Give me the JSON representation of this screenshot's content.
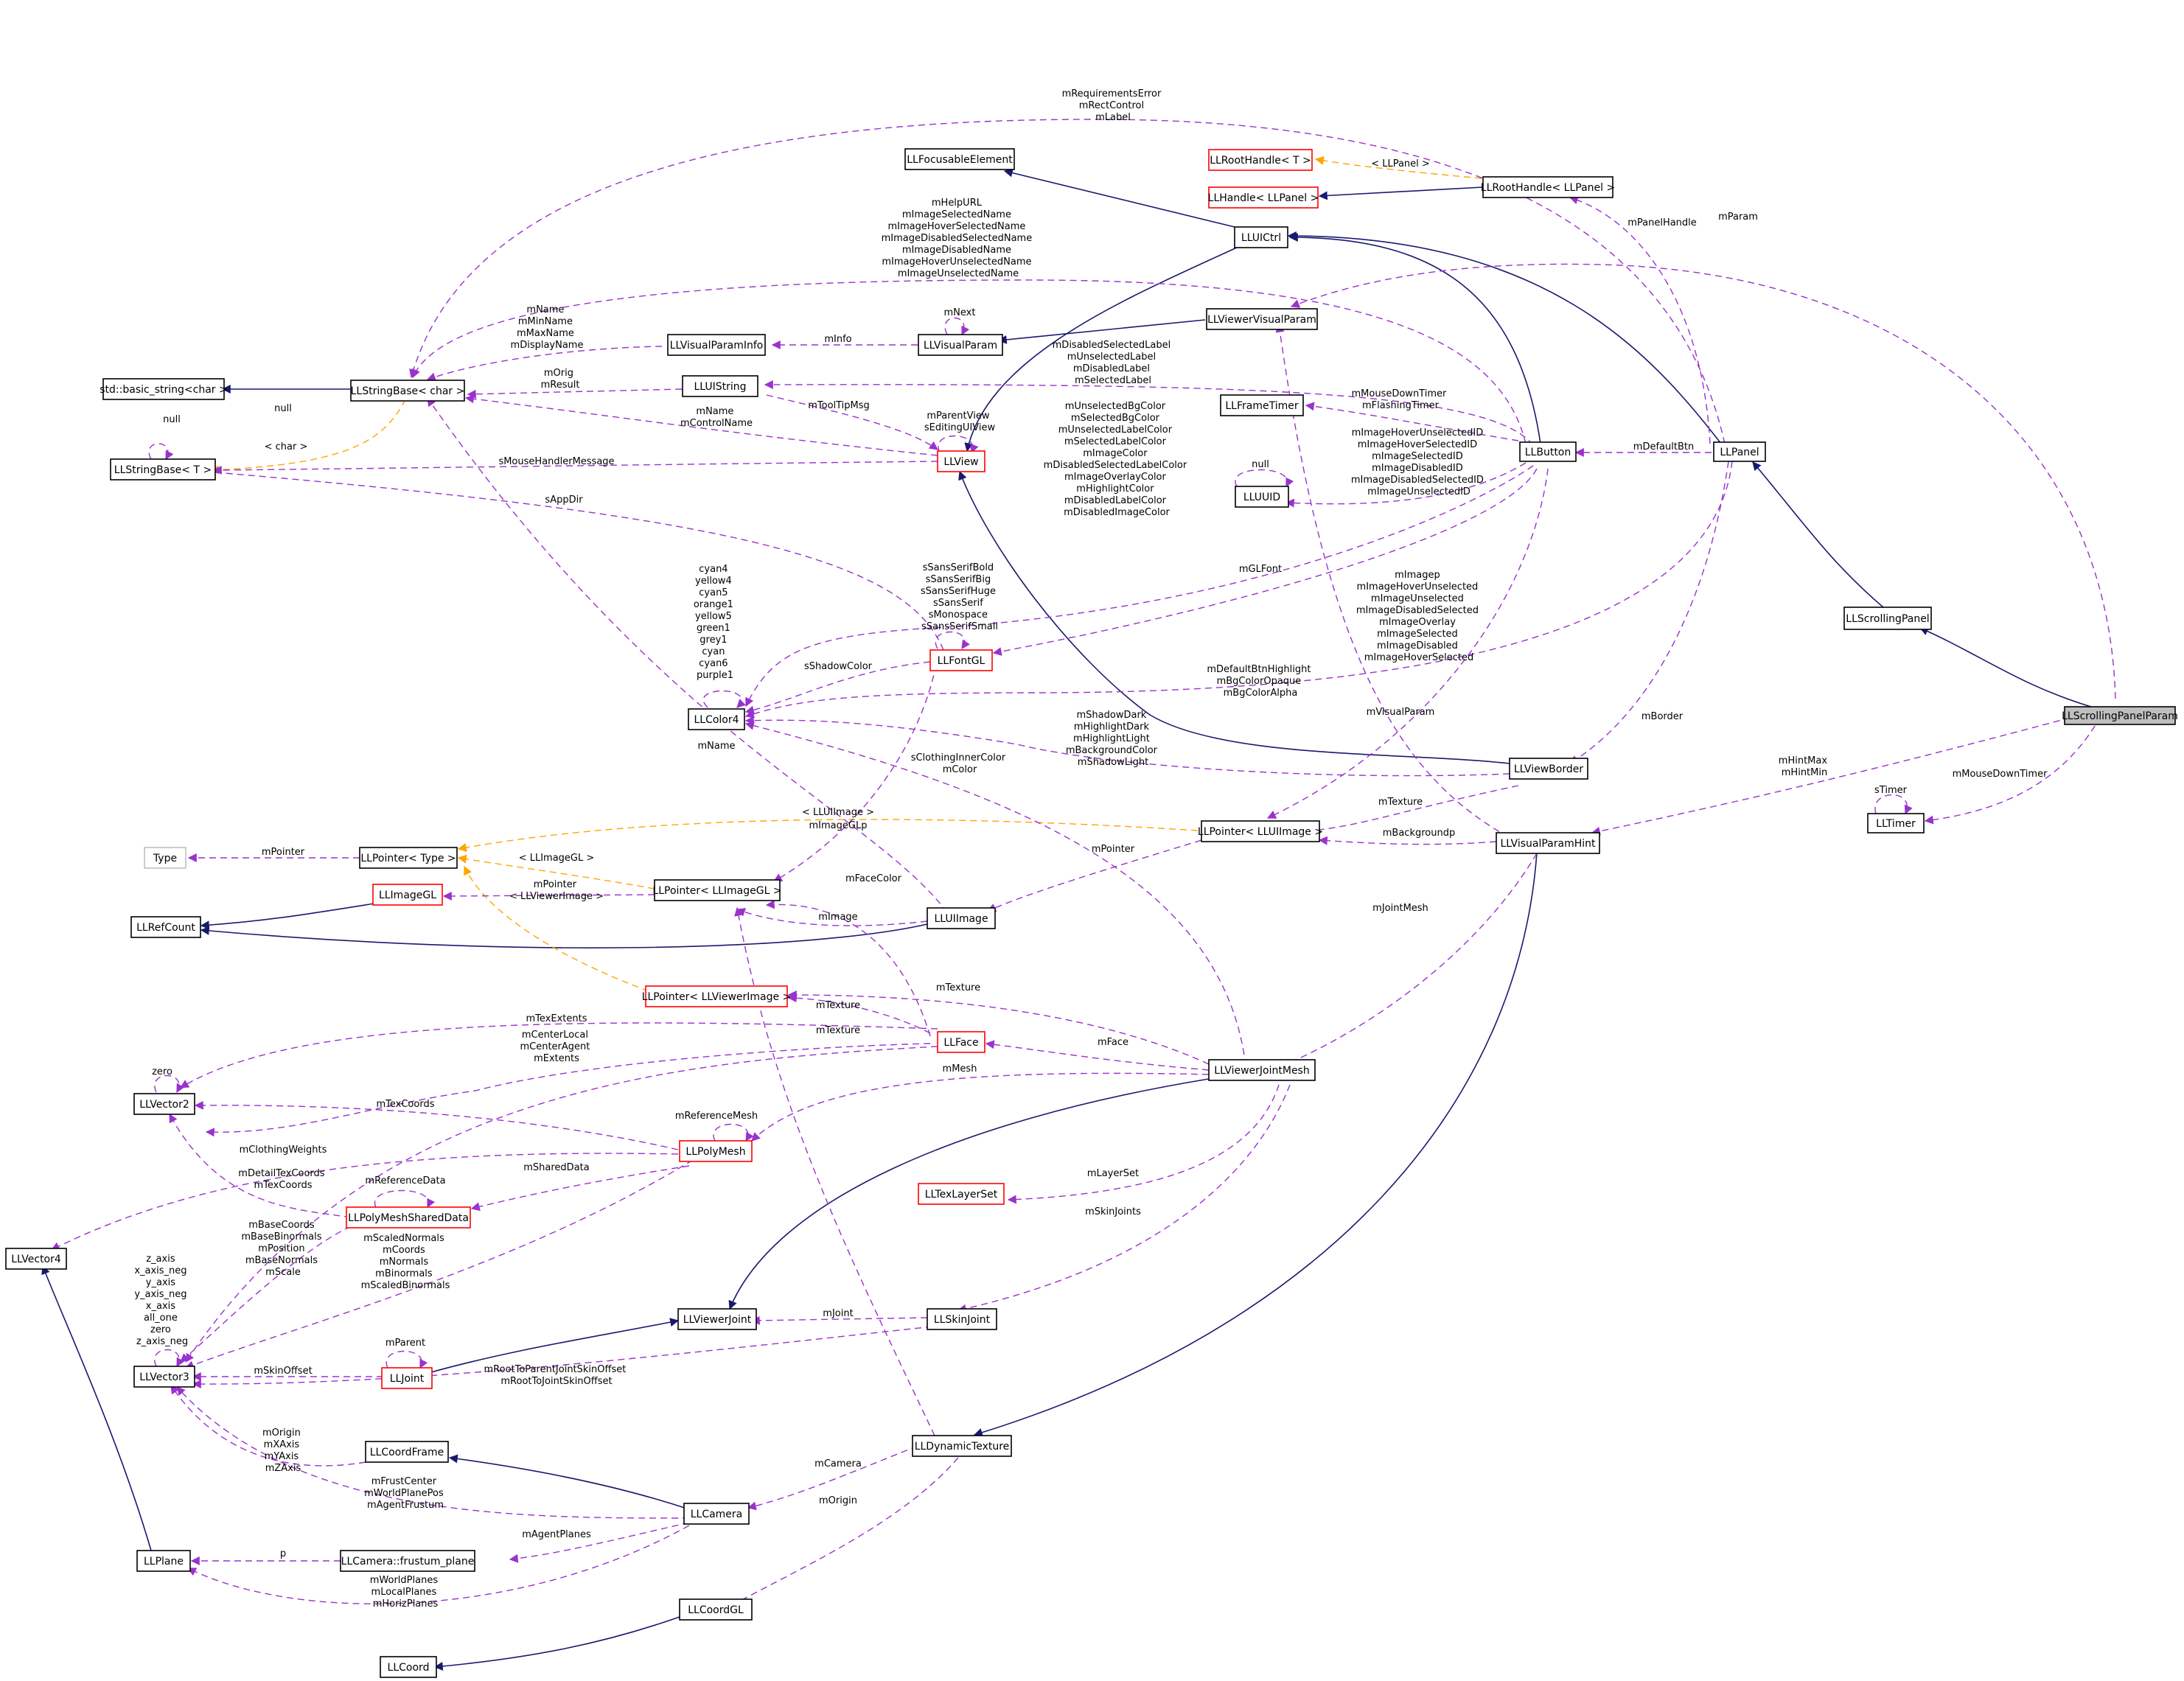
{
  "title": "",
  "colors": {
    "inheritance": "#191970",
    "usage": "#9a32cd",
    "template": "#ffa500",
    "incomplete_border": "#ff0000",
    "focus_fill": "#bfbfbf"
  },
  "nodes": {
    "LLScrollingPanelParam": "LLScrollingPanelParam",
    "LLScrollingPanel": "LLScrollingPanel",
    "LLPanel": "LLPanel",
    "LLUICtrl": "LLUICtrl",
    "LLFocusableElement": "LLFocusableElement",
    "LLView": "LLView",
    "LLButton": "LLButton",
    "LLRootHandleT": "LLRootHandle< T >",
    "LLHandleLLPanel": "LLHandle< LLPanel >",
    "LLRootHandleLLPanel": "LLRootHandle< LLPanel >",
    "LLViewerVisualParam": "LLViewerVisualParam",
    "LLVisualParam": "LLVisualParam",
    "LLVisualParamInfo": "LLVisualParamInfo",
    "LLUIString": "LLUIString",
    "LLStringBaseChar": "LLStringBase< char >",
    "StdBasicString": "std::basic_string<char >",
    "LLStringBaseT": "LLStringBase< T >",
    "LLFrameTimer": "LLFrameTimer",
    "LLUUID": "LLUUID",
    "LLFontGL": "LLFontGL",
    "LLColor4": "LLColor4",
    "LLViewBorder": "LLViewBorder",
    "LLPointerLLUIImage": "LLPointer< LLUIImage >",
    "LLVisualParamHint": "LLVisualParamHint",
    "LLTimer": "LLTimer",
    "Type": "Type",
    "LLPointerType": "LLPointer< Type >",
    "LLImageGL": "LLImageGL",
    "LLPointerLLImageGL": "LLPointer< LLImageGL >",
    "LLRefCount": "LLRefCount",
    "LLUIImage": "LLUIImage",
    "LLPointerLLViewerImage": "LLPointer< LLViewerImage >",
    "LLFace": "LLFace",
    "LLViewerJointMesh": "LLViewerJointMesh",
    "LLVector2": "LLVector2",
    "LLPolyMesh": "LLPolyMesh",
    "LLTexLayerSet": "LLTexLayerSet",
    "LLPolyMeshSharedData": "LLPolyMeshSharedData",
    "LLVector4": "LLVector4",
    "LLViewerJoint": "LLViewerJoint",
    "LLSkinJoint": "LLSkinJoint",
    "LLVector3": "LLVector3",
    "LLJoint": "LLJoint",
    "LLDynamicTexture": "LLDynamicTexture",
    "LLCoordFrame": "LLCoordFrame",
    "LLCamera": "LLCamera",
    "LLPlane": "LLPlane",
    "LLCameraFrustumPlane": "LLCamera::frustum_plane",
    "LLCoordGL": "LLCoordGL",
    "LLCoord": "LLCoord"
  },
  "labels": {
    "req_error": [
      "mRequirementsError",
      "mRectControl",
      "mLabel"
    ],
    "llpanel_tpl": "< LLPanel >",
    "mParam": "mParam",
    "mPanelHandle": "mPanelHandle",
    "image_names": [
      "mHelpURL",
      "mImageSelectedName",
      "mImageHoverSelectedName",
      "mImageDisabledSelectedName",
      "mImageDisabledName",
      "mImageHoverUnselectedName",
      "mImageUnselectedName"
    ],
    "mNext": "mNext",
    "name_group": [
      "mName",
      "mMinName",
      "mMaxName",
      "mDisplayName"
    ],
    "mInfo": "mInfo",
    "label_group": [
      "mDisabledSelectedLabel",
      "mUnselectedLabel",
      "mDisabledLabel",
      "mSelectedLabel"
    ],
    "orig_result": [
      "mOrig",
      "mResult"
    ],
    "null1": "null",
    "mToolTipMsg": "mToolTipMsg",
    "parent_view": [
      "mParentView",
      "sEditingUIView"
    ],
    "mouse_down": [
      "mMouseDownTimer",
      "mFlashingTimer"
    ],
    "name_ctrl": [
      "mName",
      "mControlName"
    ],
    "mDefaultBtn": "mDefaultBtn",
    "char_tpl": "< char >",
    "sMouseHandlerMessage": "sMouseHandlerMessage",
    "color_group": [
      "mUnselectedBgColor",
      "mSelectedBgColor",
      "mUnselectedLabelColor",
      "mSelectedLabelColor",
      "mImageColor",
      "mDisabledSelectedLabelColor",
      "mImageOverlayColor",
      "mHighlightColor",
      "mDisabledLabelColor",
      "mDisabledImageColor"
    ],
    "image_id_group": [
      "mImageHoverUnselectedID",
      "mImageHoverSelectedID",
      "mImageSelectedID",
      "mImageDisabledID",
      "mImageDisabledSelectedID",
      "mImageUnselectedID"
    ],
    "null2": "null",
    "sAppDir": "sAppDir",
    "colors_named": [
      "cyan4",
      "yellow4",
      "cyan5",
      "orange1",
      "yellow5",
      "green1",
      "grey1",
      "cyan",
      "cyan6",
      "purple1"
    ],
    "fonts": [
      "sSansSerifBold",
      "sSansSerifBig",
      "sSansSerifHuge",
      "sSansSerif",
      "sMonospace",
      "sSansSerifSmall"
    ],
    "mGLFont": "mGLFont",
    "image_group": [
      "mImagep",
      "mImageHoverUnselected",
      "mImageUnselected",
      "mImageDisabledSelected",
      "mImageOverlay",
      "mImageSelected",
      "mImageDisabled",
      "mImageHoverSelected"
    ],
    "sShadowColor": "sShadowColor",
    "btn_highlight": [
      "mDefaultBtnHighlight",
      "mBgColorOpaque",
      "mBgColorAlpha"
    ],
    "shadow_group": [
      "mShadowDark",
      "mHighlightDark",
      "mHighlightLight",
      "mBackgroundColor",
      "mShadowLight"
    ],
    "mVisualParam": "mVisualParam",
    "mBorder": "mBorder",
    "mHint": [
      "mHintMax",
      "mHintMin"
    ],
    "mMouseDownTimer": "mMouseDownTimer",
    "sTimer": "sTimer",
    "mName_color": "mName",
    "clothing": [
      "sClothingInnerColor",
      "mColor"
    ],
    "uiimage_tpl": "< LLUIImage >",
    "mImageGLp": "mImageGLp",
    "mTexture1": "mTexture",
    "mBackgroundp": "mBackgroundp",
    "mPointer1": "mPointer",
    "imagegl_tpl": "< LLImageGL >",
    "mPointer2": [
      "mPointer",
      "< LLViewerImage >"
    ],
    "mPointer3": "mPointer",
    "mFaceColor": "mFaceColor",
    "mImage": "mImage",
    "mJointMesh": "mJointMesh",
    "mTexture2": "mTexture",
    "mTexture3": "mTexture",
    "mTexExtents": "mTexExtents",
    "mTexture4": "mTexture",
    "center_group": [
      "mCenterLocal",
      "mCenterAgent",
      "mExtents"
    ],
    "mFace": "mFace",
    "zero": "zero",
    "mMesh": "mMesh",
    "mReferenceMesh": "mReferenceMesh",
    "mTexCoords": "mTexCoords",
    "mClothingWeights": "mClothingWeights",
    "mSharedData": "mSharedData",
    "detail_tex": [
      "mDetailTexCoords",
      "mTexCoords"
    ],
    "mReferenceData": "mReferenceData",
    "mLayerSet": "mLayerSet",
    "base_coords": [
      "mBaseCoords",
      "mBaseBinormals",
      "mPosition",
      "mBaseNormals",
      "mScale"
    ],
    "scaled_group": [
      "mScaledNormals",
      "mCoords",
      "mNormals",
      "mBinormals",
      "mScaledBinormals"
    ],
    "mSkinJoints": "mSkinJoints",
    "axis_group": [
      "z_axis",
      "x_axis_neg",
      "y_axis",
      "y_axis_neg",
      "x_axis",
      "all_one",
      "zero",
      "z_axis_neg"
    ],
    "mJoint": "mJoint",
    "mParent": "mParent",
    "mSkinOffset": "mSkinOffset",
    "root_offset": [
      "mRootToParentJointSkinOffset",
      "mRootToJointSkinOffset"
    ],
    "origin_group": [
      "mOrigin",
      "mXAxis",
      "mYAxis",
      "mZAxis"
    ],
    "mCamera": "mCamera",
    "frustum_group": [
      "mFrustCenter",
      "mWorldPlanePos",
      "mAgentFrustum"
    ],
    "mOrigin": "mOrigin",
    "p": "p",
    "mAgentPlanes": "mAgentPlanes",
    "planes_group": [
      "mWorldPlanes",
      "mLocalPlanes",
      "mHorizPlanes"
    ]
  }
}
